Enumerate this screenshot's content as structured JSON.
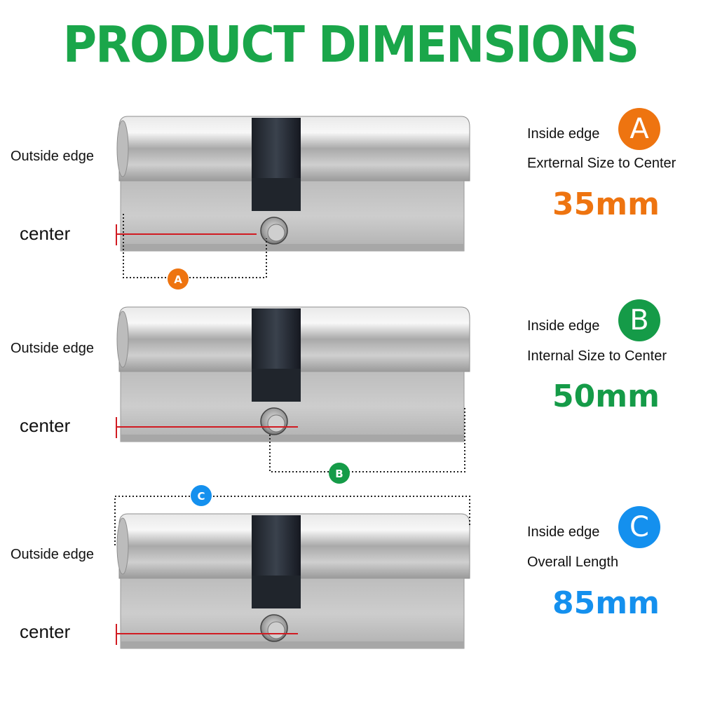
{
  "title": "PRODUCT DIMENSIONS",
  "colors": {
    "title": "#1aa64a",
    "a": "#ee7410",
    "b": "#159b48",
    "c": "#1490ee",
    "center_line": "#d11b22"
  },
  "labels": {
    "outside_edge": "Outside edge",
    "center": "center"
  },
  "dimensions": [
    {
      "letter": "A",
      "edge_label": "Inside edge",
      "description": "Exrternal Size to Center",
      "measure": "35mm"
    },
    {
      "letter": "B",
      "edge_label": "Inside edge",
      "description": "Internal Size to Center",
      "measure": "50mm"
    },
    {
      "letter": "C",
      "edge_label": "Inside edge",
      "description": "Overall Length",
      "measure": "85mm"
    }
  ]
}
